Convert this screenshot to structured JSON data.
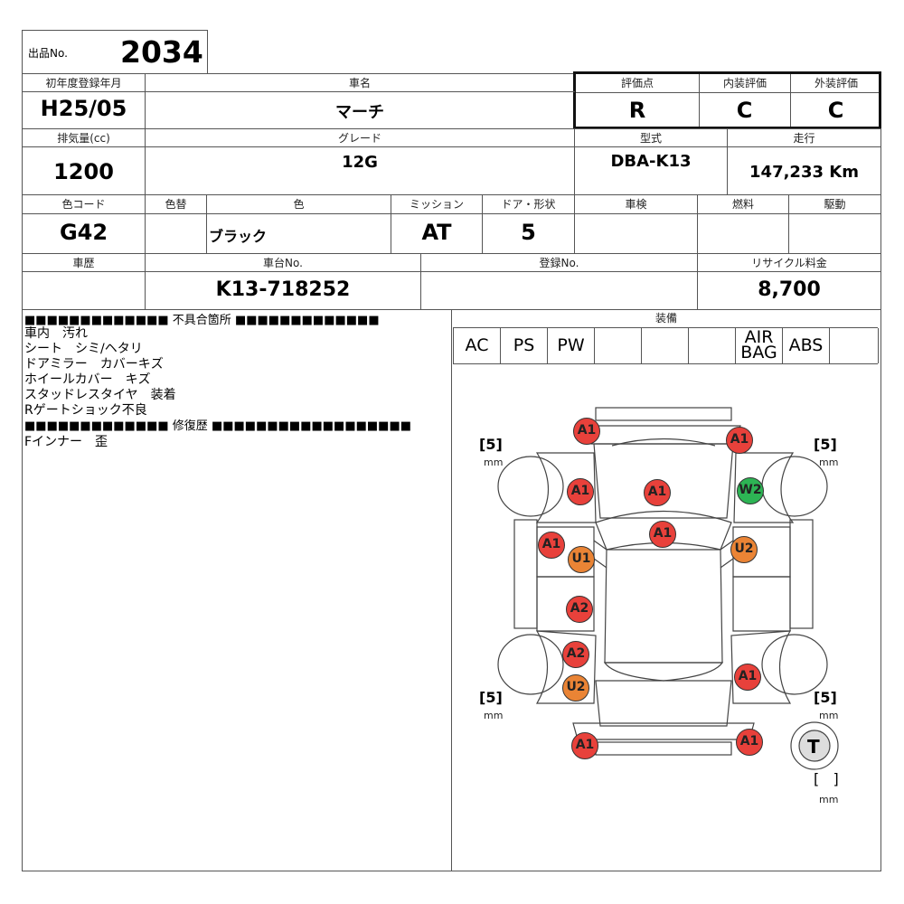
{
  "lot": {
    "label": "出品No.",
    "number": "2034"
  },
  "row1": {
    "reg_label": "初年度登録年月",
    "reg_value": "H25/05",
    "name_label": "車名",
    "name_value": "マーチ",
    "score_label": "評価点",
    "score_value": "R",
    "interior_label": "内装評価",
    "interior_value": "C",
    "exterior_label": "外装評価",
    "exterior_value": "C"
  },
  "row2": {
    "cc_label": "排気量(cc)",
    "cc_value": "1200",
    "grade_label": "グレード",
    "grade_value": "12G",
    "model_label": "型式",
    "model_value": "DBA-K13",
    "mileage_label": "走行",
    "mileage_value": "147,233 Km"
  },
  "row3": {
    "color_code_label": "色コード",
    "color_code_value": "G42",
    "repaint_label": "色替",
    "repaint_value": "",
    "color_label": "色",
    "color_value": "ブラック",
    "mission_label": "ミッション",
    "mission_value": "AT",
    "door_label": "ドア・形状",
    "door_value": "5",
    "inspection_label": "車検",
    "inspection_value": "",
    "fuel_label": "燃料",
    "fuel_value": "",
    "drive_label": "駆動",
    "drive_value": ""
  },
  "row4": {
    "history_label": "車歴",
    "history_value": "",
    "chassis_label": "車台No.",
    "chassis_value": "K13-718252",
    "plate_label": "登録No.",
    "plate_value": "",
    "recycle_label": "リサイクル料金",
    "recycle_value": "8,700"
  },
  "defects": {
    "header": "■■■■■■■■■■■■■ 不具合箇所 ■■■■■■■■■■■■■",
    "items": [
      "車内　汚れ",
      "シート　シミ/ヘタリ",
      "ドアミラー　カバーキズ",
      "ホイールカバー　キズ",
      "スタッドレスタイヤ　装着",
      "Rゲートショック不良"
    ]
  },
  "repairs": {
    "header": "■■■■■■■■■■■■■ 修復歴 ■■■■■■■■■■■■■■■■■■",
    "items": [
      "Fインナー　歪"
    ]
  },
  "equipment": {
    "label": "装備",
    "items": [
      "AC",
      "PS",
      "PW",
      "",
      "",
      "",
      "AIR\nBAG",
      "ABS",
      ""
    ]
  },
  "tread": {
    "value": "5",
    "unit": "mm",
    "spare_label": "T"
  },
  "damage": [
    {
      "code": "A1",
      "color": "red"
    },
    {
      "code": "A1",
      "color": "red"
    },
    {
      "code": "A1",
      "color": "red"
    },
    {
      "code": "A1",
      "color": "red"
    },
    {
      "code": "W2",
      "color": "green"
    },
    {
      "code": "A1",
      "color": "red"
    },
    {
      "code": "A1",
      "color": "red"
    },
    {
      "code": "U1",
      "color": "orange"
    },
    {
      "code": "U2",
      "color": "orange"
    },
    {
      "code": "A2",
      "color": "red"
    },
    {
      "code": "A2",
      "color": "red"
    },
    {
      "code": "A1",
      "color": "red"
    },
    {
      "code": "U2",
      "color": "orange"
    },
    {
      "code": "A1",
      "color": "red"
    },
    {
      "code": "A1",
      "color": "red"
    }
  ]
}
